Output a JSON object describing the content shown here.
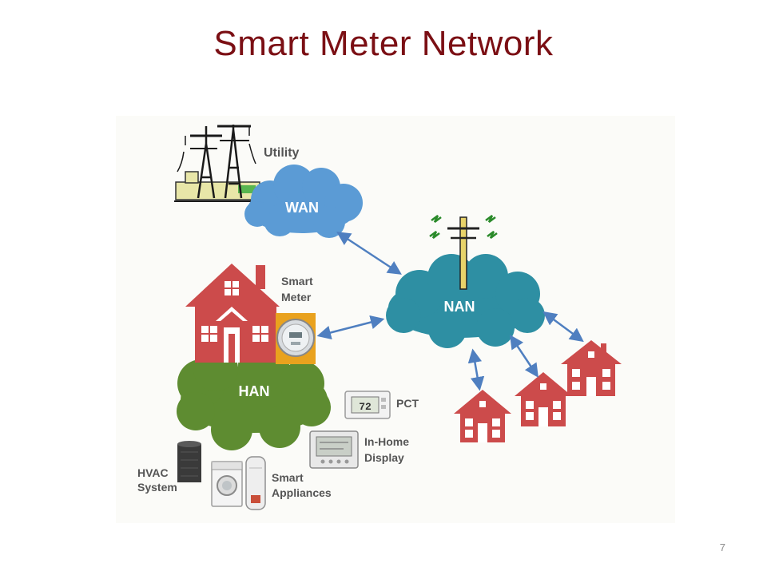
{
  "slide": {
    "title": "Smart Meter Network",
    "page_number": "7"
  },
  "diagram": {
    "clouds": {
      "wan": "WAN",
      "nan": "NAN",
      "han": "HAN"
    },
    "labels": {
      "utility": "Utility",
      "smart_meter_line1": "Smart",
      "smart_meter_line2": "Meter",
      "pct": "PCT",
      "thermostat_reading": "72",
      "in_home_display_line1": "In-Home",
      "in_home_display_line2": "Display",
      "hvac_line1": "HVAC",
      "hvac_line2": "System",
      "smart_appliances_line1": "Smart",
      "smart_appliances_line2": "Appliances"
    },
    "colors": {
      "title": "#7b0f14",
      "wan_cloud": "#5b9bd5",
      "nan_cloud": "#2e8fa3",
      "han_cloud": "#5e8c31",
      "house_red": "#cc4b4b",
      "arrow_blue": "#4f7fc0",
      "label_gray": "#555555"
    }
  }
}
